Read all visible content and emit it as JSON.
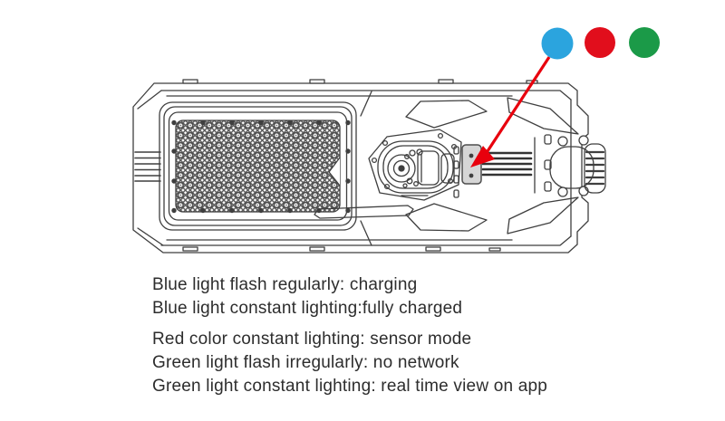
{
  "status_legend": {
    "dots": [
      {
        "label": "blue",
        "color": "#2BA4DE"
      },
      {
        "label": "red",
        "color": "#E10E1C"
      },
      {
        "label": "green",
        "color": "#1B9A48"
      }
    ],
    "arrow_color": "#E8000D"
  },
  "instructions": {
    "lines": [
      "Blue light flash regularly: charging",
      "Blue light constant lighting:fully charged",
      "Red color constant lighting: sensor mode",
      "Green light flash irregularly: no network",
      "Green light constant lighting: real time view on app"
    ]
  },
  "diagram": {
    "subject": "solar street light top view",
    "line_color": "#3f3f3f",
    "indicator_fill": "#d6d6d6"
  }
}
